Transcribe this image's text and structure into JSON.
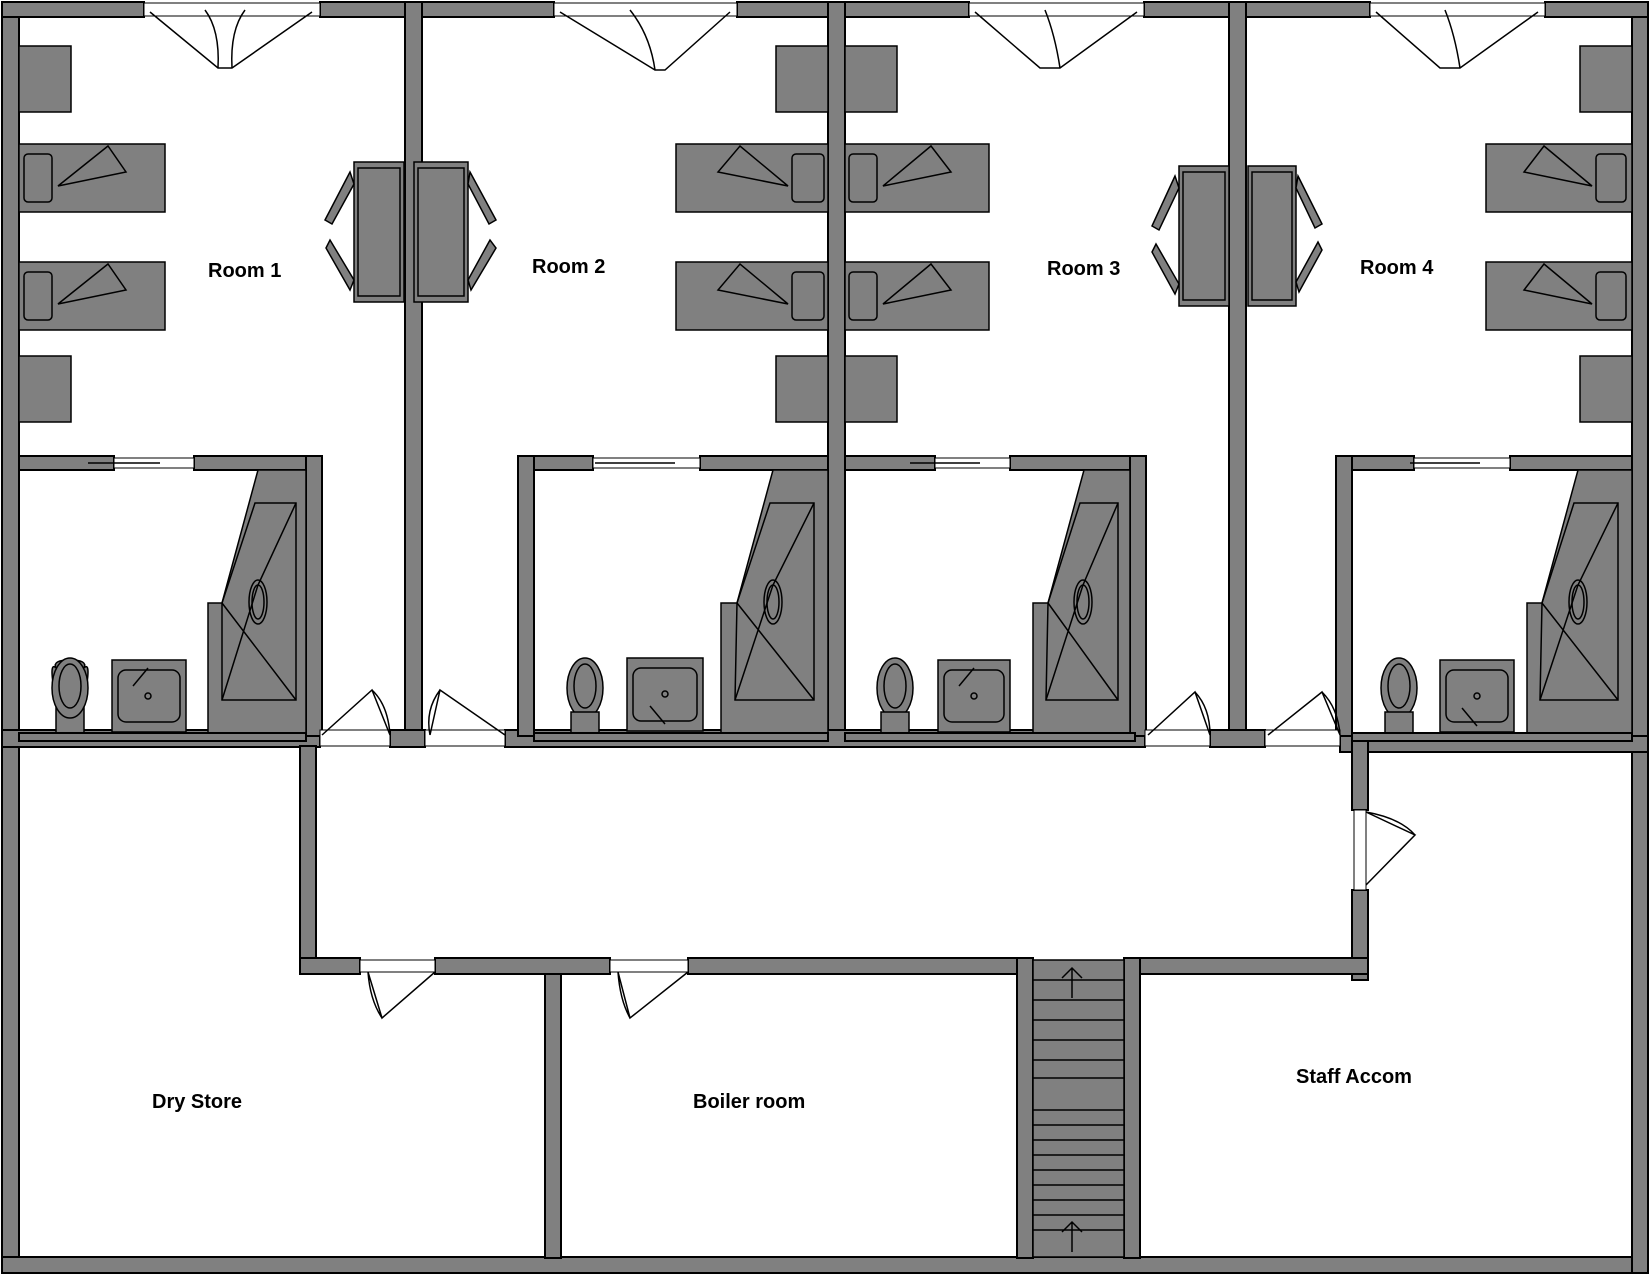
{
  "plan": {
    "wall_color": "#808080",
    "line_color": "#000000",
    "background": "#ffffff"
  },
  "labels": {
    "room1": "Room 1",
    "room2": "Room 2",
    "room3": "Room 3",
    "room4": "Room 4",
    "dry_store": "Dry Store",
    "boiler_room": "Boiler room",
    "staff_accom": "Staff Accom"
  },
  "icons": {
    "bed": "bed-icon",
    "bedside": "bedside-table-icon",
    "desk": "desk-icon",
    "chair": "chair-icon",
    "toilet": "toilet-icon",
    "sink": "sink-icon",
    "shower": "shower-tray-icon",
    "door": "door-swing-icon",
    "window": "window-icon",
    "stairs": "stairs-icon",
    "arrow": "arrow-up-icon"
  }
}
